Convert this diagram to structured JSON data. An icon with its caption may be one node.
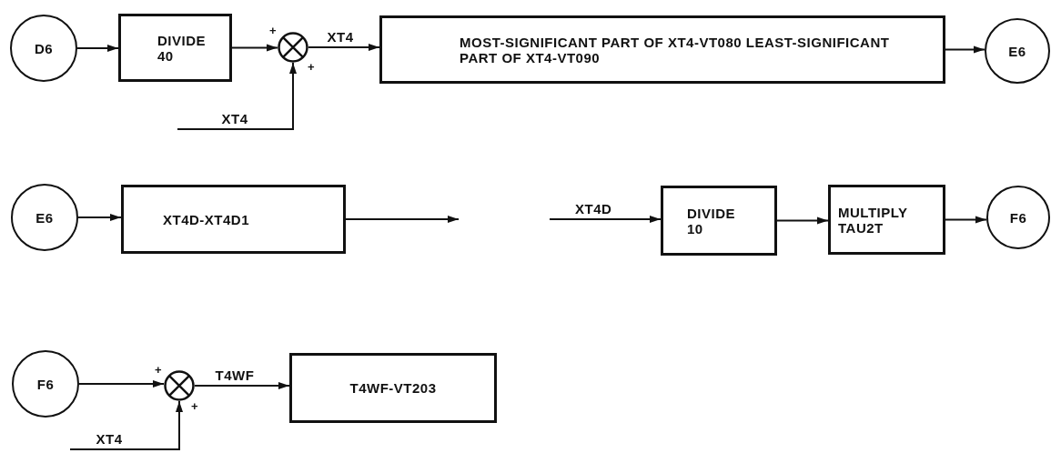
{
  "diagram": {
    "nodes": [
      {
        "text": [
          "D6"
        ]
      },
      {
        "text": [
          "DIVIDE 40"
        ]
      },
      {
        "text": [],
        "shape": "circle"
      },
      {
        "text": [
          "MOST-SIGNIFICANT PART OF XT4-VT080 LEAST-SIGNIFICANT PART OF XT4-VT090"
        ]
      },
      {
        "text": [
          "E6"
        ]
      },
      {
        "text": [
          "E6"
        ]
      },
      {
        "text": [
          "XT4D-XT4D1"
        ]
      },
      {
        "text": [
          "DIVIDE 10"
        ]
      },
      {
        "text": [
          "MULTIPLY TAU2T"
        ]
      },
      {
        "text": [
          "F6"
        ]
      },
      {
        "text": [
          "F6"
        ]
      },
      {
        "text": [],
        "shape": "circle"
      },
      {
        "text": [
          "T4WF-VT203"
        ]
      }
    ],
    "edges": [
      {
        "from": 0,
        "to": 1,
        "arrow": "to"
      },
      {
        "from": 1,
        "to": 2,
        "arrow": "to"
      },
      {
        "from": null,
        "to": 2,
        "label": "XT4",
        "arrow": "to"
      },
      {
        "from": 2,
        "to": 3,
        "label": "XT4",
        "arrow": "to"
      },
      {
        "from": 3,
        "to": 4,
        "arrow": "to"
      },
      {
        "from": 5,
        "to": 6,
        "arrow": "to"
      },
      {
        "from": 6,
        "to": null,
        "arrow": "to"
      },
      {
        "from": null,
        "to": 7,
        "label": "XT4D",
        "arrow": "to"
      },
      {
        "from": 7,
        "to": 8,
        "arrow": "to"
      },
      {
        "from": 8,
        "to": 9,
        "arrow": "to"
      },
      {
        "from": 10,
        "to": 11,
        "arrow": "to"
      },
      {
        "from": null,
        "to": 11,
        "label": "XT4",
        "arrow": "to"
      },
      {
        "from": 11,
        "to": 12,
        "label": "T4WF",
        "arrow": "to"
      }
    ],
    "labels": [
      "+",
      "+",
      "+",
      "+"
    ]
  }
}
